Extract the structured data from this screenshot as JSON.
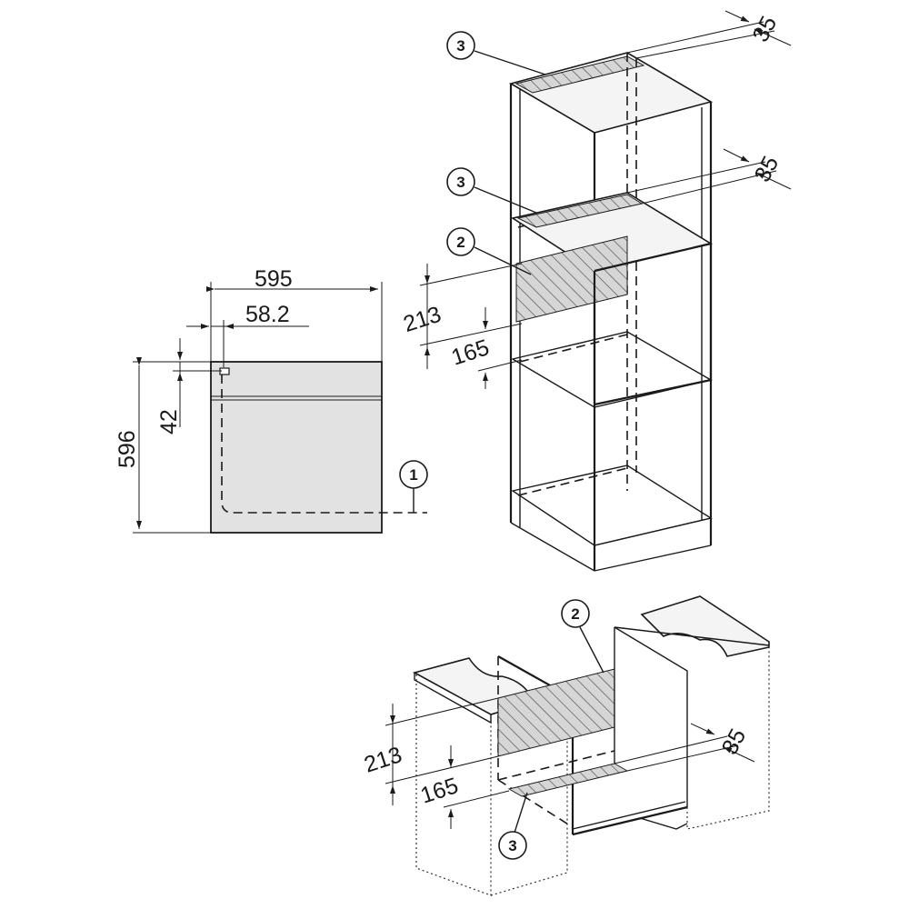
{
  "front_view": {
    "width": "595",
    "offset": "58.2",
    "height": "596",
    "inset": "42",
    "callout": "1"
  },
  "tall_cabinet": {
    "top_gap": "35",
    "mid_gap": "35",
    "vent_height": "213",
    "vent_low": "165",
    "callout_top": "3",
    "callout_mid": "3",
    "callout_vent": "2"
  },
  "base_cabinet": {
    "vent_height": "213",
    "vent_low": "165",
    "gap": "35",
    "callout_vent": "2",
    "callout_bottom": "3"
  }
}
